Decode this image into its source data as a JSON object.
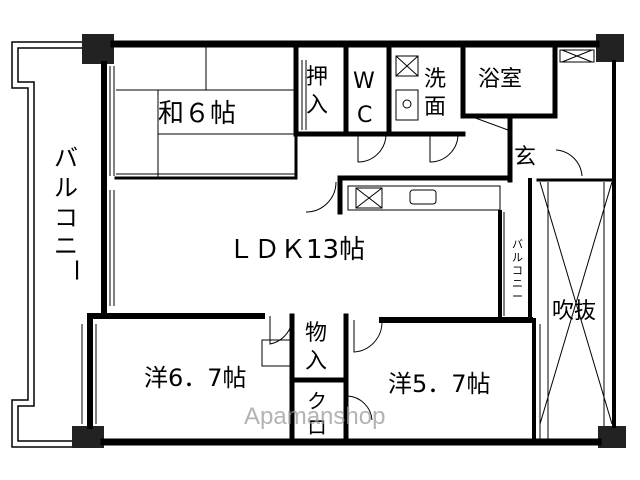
{
  "rooms": {
    "washitsu": "和６帖",
    "oshiire_top": "押",
    "oshiire_bottom": "入",
    "wc_top": "W",
    "wc_bottom": "C",
    "senmen_top": "洗",
    "senmen_bottom": "面",
    "yokushitsu": "浴室",
    "genkan": "玄",
    "ldk": "ＬＤＫ13帖",
    "yoshitsu_left": "洋6．7帖",
    "yoshitsu_right": "洋5．7帖",
    "monoire_top": "物",
    "monoire_bottom": "入",
    "closet_top": "ク",
    "closet_bottom": "ロ",
    "fukinuke": "吹抜"
  },
  "balconies": {
    "main": [
      "バ",
      "ル",
      "コ",
      "ニ",
      "ー"
    ],
    "small": [
      "バ",
      "ル",
      "コ",
      "ニ",
      "ー"
    ]
  },
  "watermark": "Apamanshop"
}
